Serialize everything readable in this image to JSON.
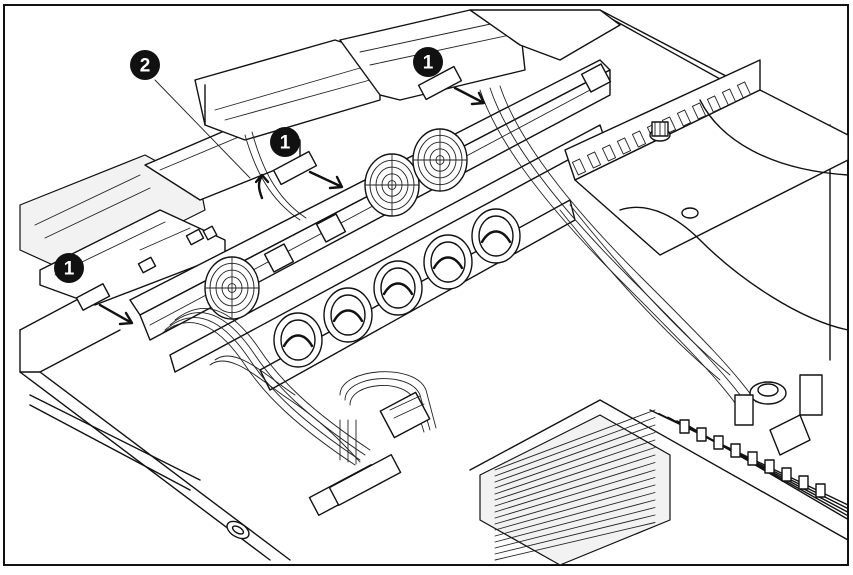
{
  "callouts": [
    {
      "id": "c1",
      "label": "1"
    },
    {
      "id": "c2",
      "label": "1"
    },
    {
      "id": "c3",
      "label": "1"
    },
    {
      "id": "c4",
      "label": "2"
    }
  ]
}
